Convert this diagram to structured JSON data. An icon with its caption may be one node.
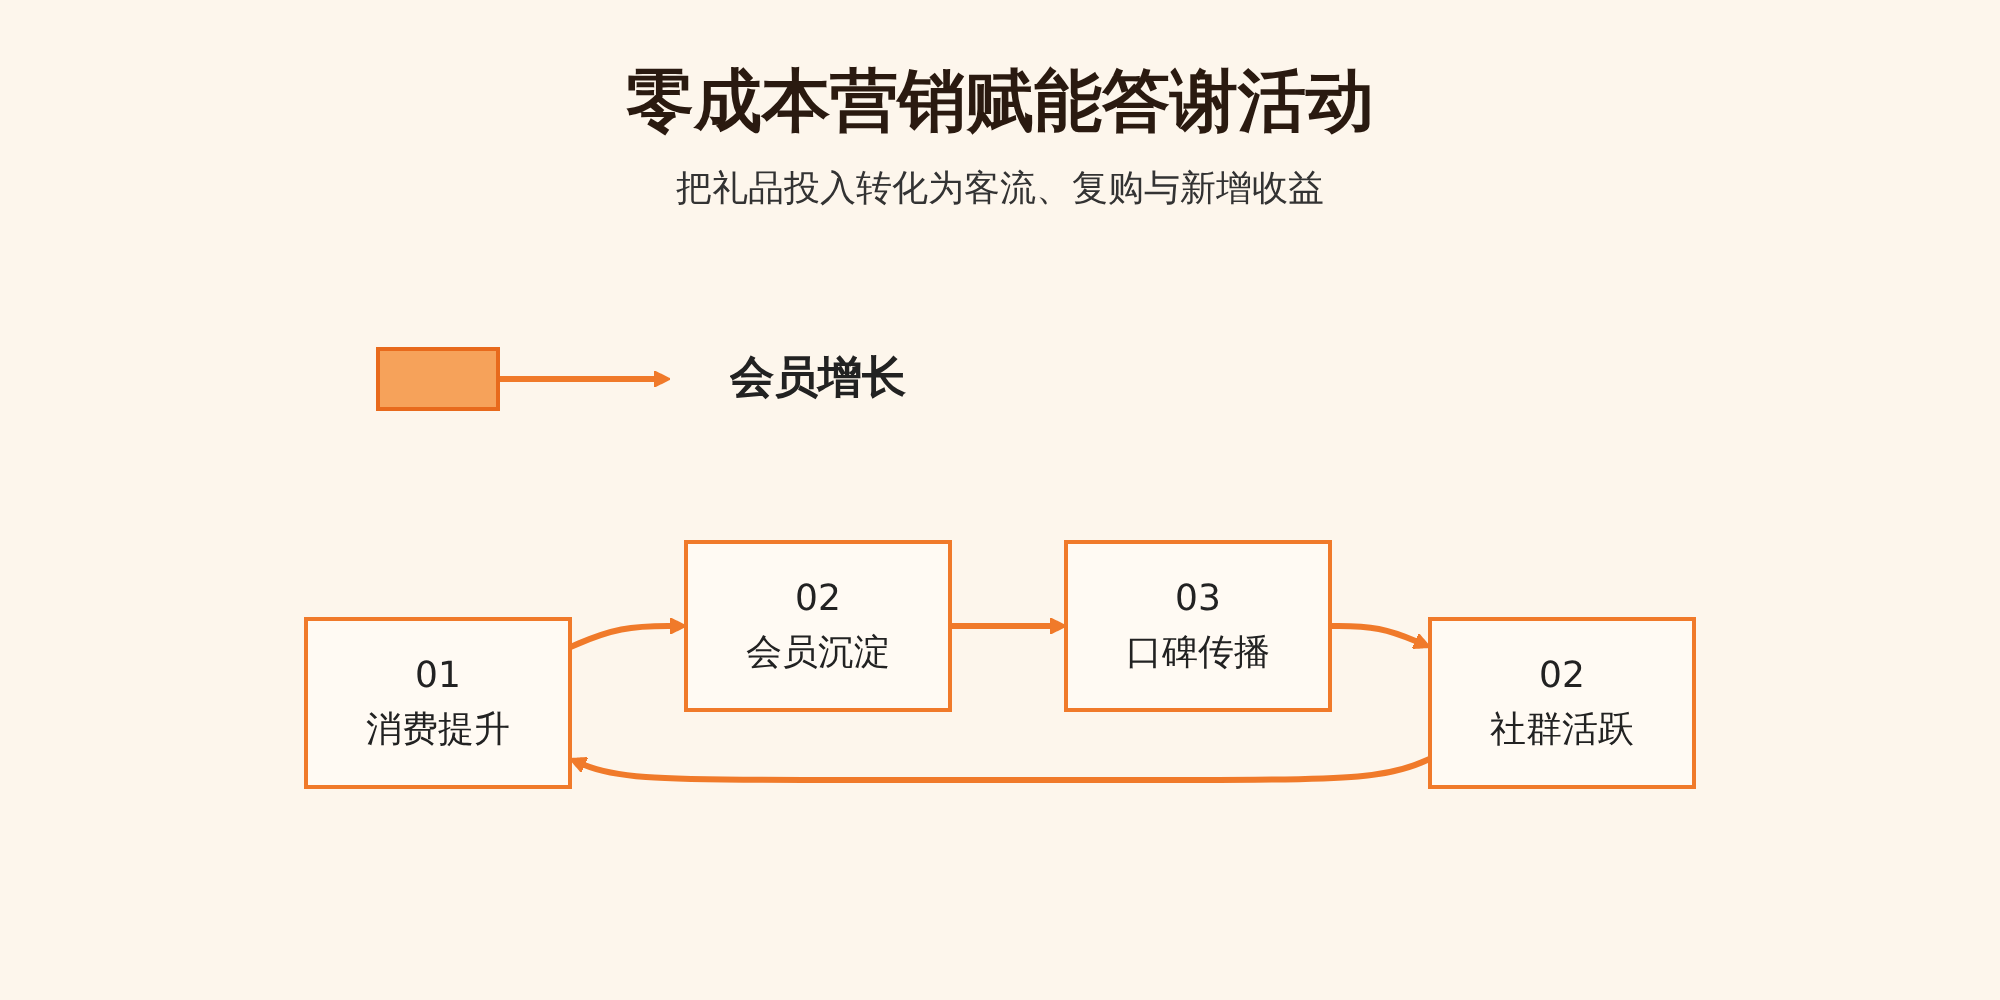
{
  "diagram": {
    "title": "零成本营销赋能答谢活动",
    "caption": "把礼品投入转化为客流、复购与新增收益",
    "nodes": [
      {
        "text": [],
        "shape": "box"
      },
      {
        "text": [
          "01",
          "消费提升"
        ]
      },
      {
        "text": [
          "02",
          "会员沉淀"
        ]
      },
      {
        "text": [
          "03",
          "口碑传播"
        ]
      },
      {
        "text": [
          "02",
          "社群活跃"
        ]
      },
      {
        "text": [
          "会员增长"
        ]
      }
    ],
    "edges": [
      {
        "from": 0,
        "to": 5,
        "arrow": "to"
      },
      {
        "from": 1,
        "to": 2,
        "arrow": "to"
      },
      {
        "from": 2,
        "to": 3,
        "arrow": "to"
      },
      {
        "from": 3,
        "to": 4,
        "arrow": "to"
      },
      {
        "from": 4,
        "to": 1,
        "arrow": "to"
      }
    ]
  }
}
